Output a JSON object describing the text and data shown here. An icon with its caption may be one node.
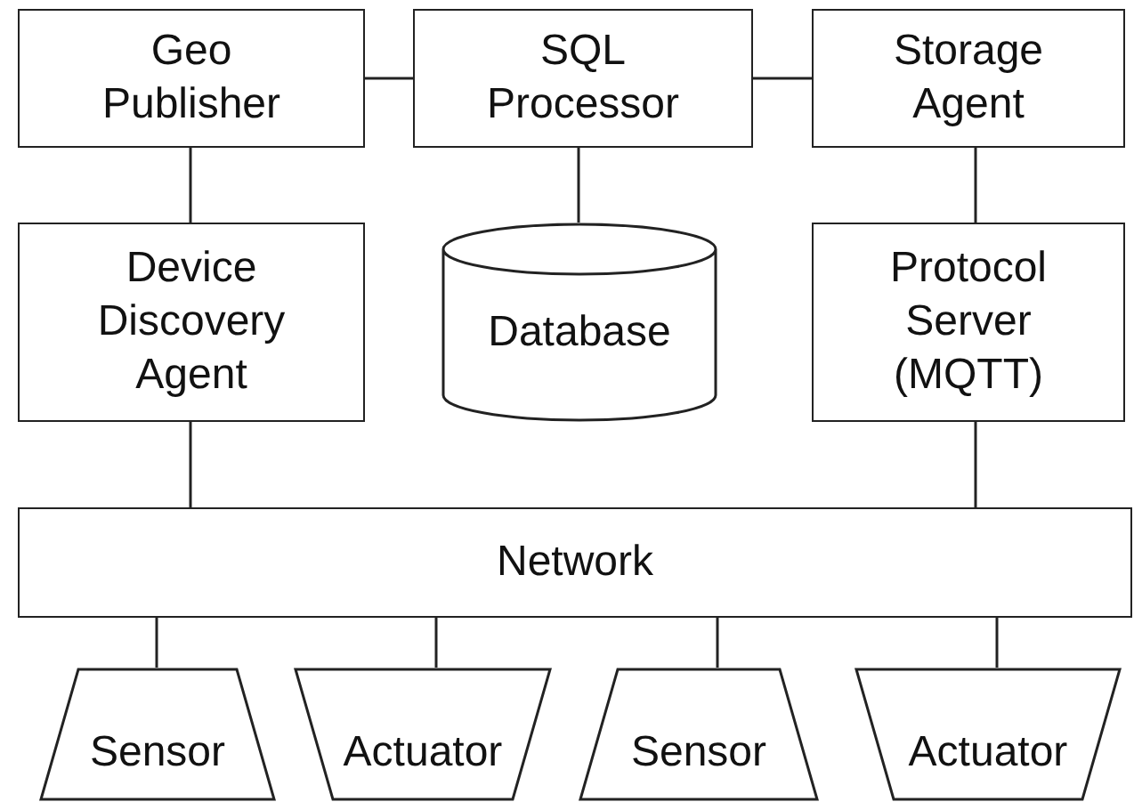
{
  "diagram": {
    "nodes": [
      {
        "text": [
          "Geo Publisher"
        ]
      },
      {
        "text": [
          "SQL Processor"
        ]
      },
      {
        "text": [
          "Storage Agent"
        ]
      },
      {
        "text": [
          "Device Discovery Agent"
        ]
      },
      {
        "text": [
          "Database"
        ]
      },
      {
        "text": [
          "Protocol Server (MQTT)"
        ]
      },
      {
        "text": [
          "Network"
        ]
      },
      {
        "text": [
          "Sensor"
        ]
      },
      {
        "text": [
          "Actuator"
        ]
      },
      {
        "text": [
          "Sensor"
        ]
      },
      {
        "text": [
          "Actuator"
        ]
      }
    ],
    "edges": [
      {
        "from": 0,
        "to": 1,
        "arrow": "none"
      },
      {
        "from": 1,
        "to": 2,
        "arrow": "none"
      },
      {
        "from": 0,
        "to": 3,
        "arrow": "none"
      },
      {
        "from": 1,
        "to": 4,
        "arrow": "none"
      },
      {
        "from": 2,
        "to": 5,
        "arrow": "none"
      },
      {
        "from": 3,
        "to": 6,
        "arrow": "none"
      },
      {
        "from": 5,
        "to": 6,
        "arrow": "none"
      },
      {
        "from": 6,
        "to": 7,
        "arrow": "none"
      },
      {
        "from": 6,
        "to": 8,
        "arrow": "none"
      },
      {
        "from": 6,
        "to": 9,
        "arrow": "none"
      },
      {
        "from": 6,
        "to": 10,
        "arrow": "none"
      }
    ]
  }
}
